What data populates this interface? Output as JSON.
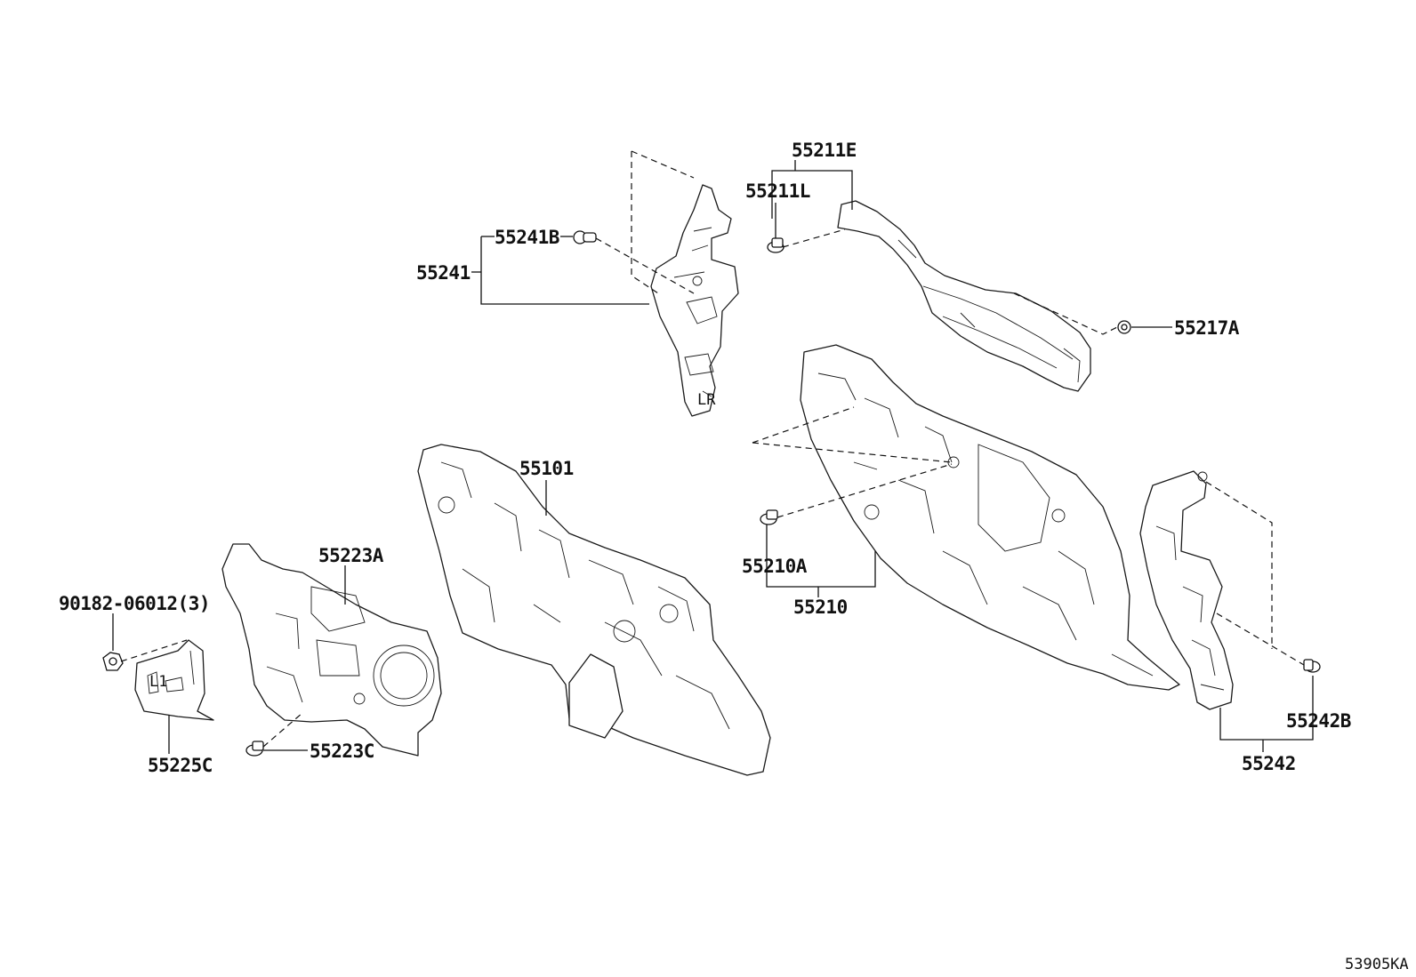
{
  "labels": {
    "p55211E": "55211E",
    "p55211L": "55211L",
    "p55241B": "55241B",
    "p55241": "55241",
    "p55217A": "55217A",
    "p55101": "55101",
    "p55223A": "55223A",
    "p90182": "90182-06012(3)",
    "p55210A": "55210A",
    "p55210": "55210",
    "p55223C": "55223C",
    "p55225C": "55225C",
    "p55242B": "55242B",
    "p55242": "55242"
  },
  "diagram_ref": "53905KA"
}
